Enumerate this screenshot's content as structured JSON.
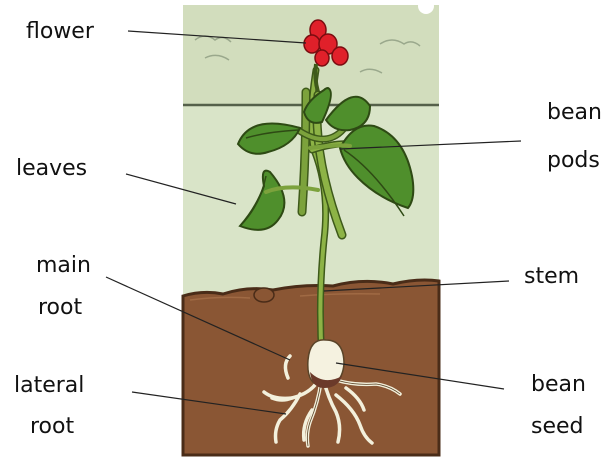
{
  "labels": {
    "flower": "flower",
    "leaves": "leaves",
    "main_root_1": "main",
    "main_root_2": "root",
    "lateral_root_1": "lateral",
    "lateral_root_2": "root",
    "bean_pods_1": "bean",
    "bean_pods_2": "pods",
    "stem": "stem",
    "bean_seed_1": "bean",
    "bean_seed_2": "seed"
  },
  "colors": {
    "sky": "#d9e4c8",
    "soil": "#8a5634",
    "leaf": "#4f8f2c",
    "stem": "#7ca23c",
    "flower": "#e0202a",
    "root": "#f3f0dc",
    "pointer_line": "#222222"
  }
}
